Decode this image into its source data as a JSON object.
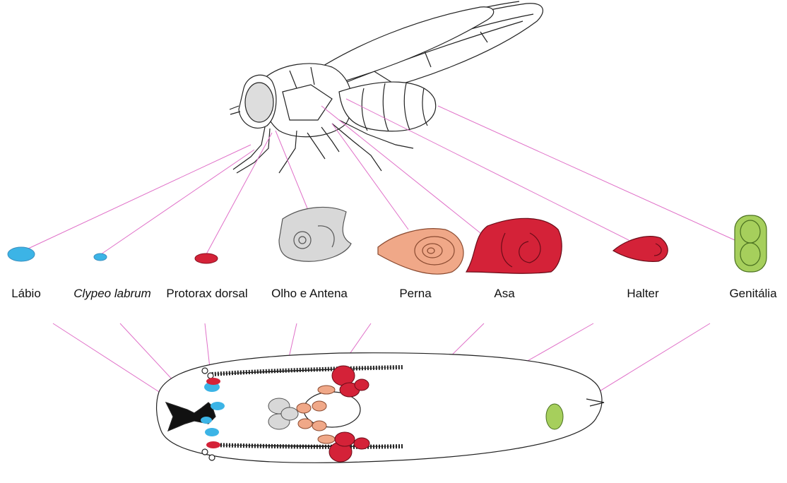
{
  "labels": {
    "labio": "Lábio",
    "clypeo": "Clypeo labrum",
    "protorax": "Protorax dorsal",
    "olho": "Olho e Antena",
    "perna": "Perna",
    "asa": "Asa",
    "halter": "Halter",
    "genitalia": "Genitália"
  },
  "colors": {
    "line": "#e070c8",
    "blue": "#3cb4e6",
    "red": "#d42238",
    "salmon": "#f0a888",
    "grey": "#d8d8d8",
    "green": "#a6cf5c",
    "outline": "#222222"
  }
}
